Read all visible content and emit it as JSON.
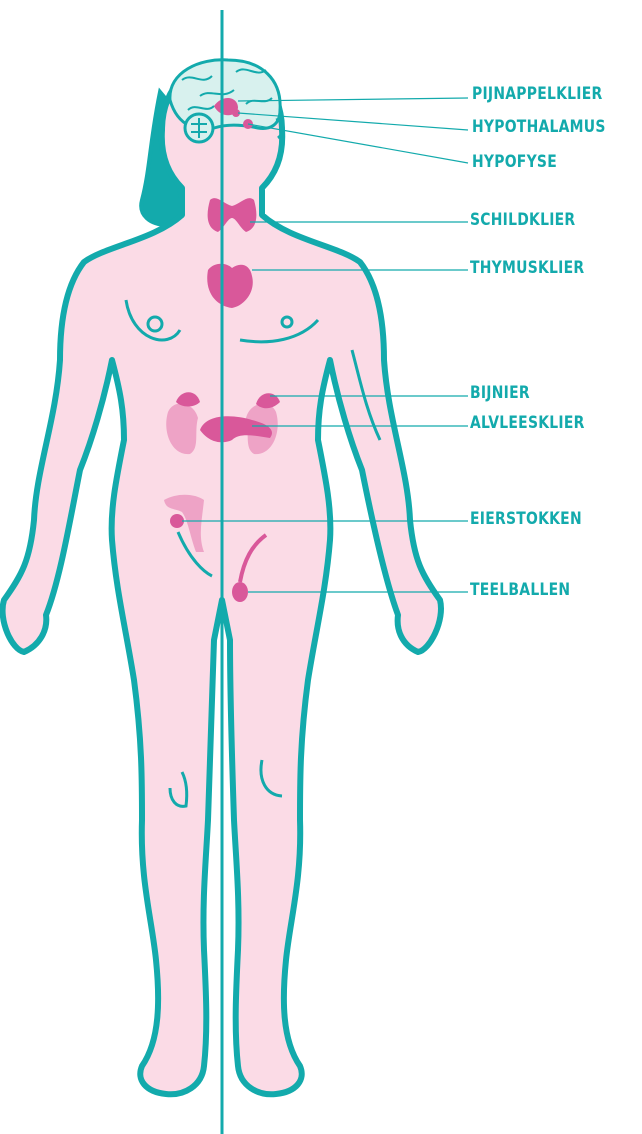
{
  "colors": {
    "outline": "#13aaac",
    "skin": "#fbdbe6",
    "organ": "#d9589a",
    "organ_light": "#eea3c6",
    "brain": "#d8f1ee",
    "label": "#13aaac"
  },
  "labels": {
    "pijnappelklier": "PIJNAPPELKLIER",
    "hypothalamus": "HYPOTHALAMUS",
    "hypofyse": "HYPOFYSE",
    "schildklier": "SCHILDKLIER",
    "thymusklier": "THYMUSKLIER",
    "bijnier": "BIJNIER",
    "alvleesklier": "ALVLEESKLIER",
    "eierstokken": "EIERSTOKKEN",
    "teelballen": "TEELBALLEN"
  }
}
